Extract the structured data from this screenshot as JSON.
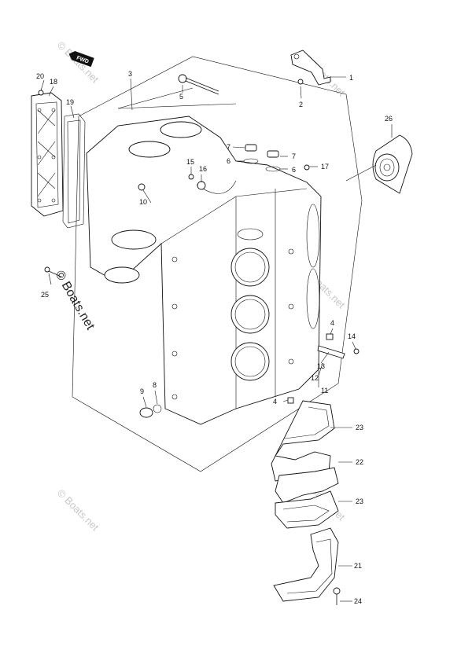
{
  "direction_badge": "FWD",
  "watermark": "© Boats.net",
  "callouts": [
    {
      "id": "c1",
      "text": "1"
    },
    {
      "id": "c2",
      "text": "2"
    },
    {
      "id": "c3",
      "text": "3"
    },
    {
      "id": "c4a",
      "text": "4"
    },
    {
      "id": "c4b",
      "text": "4"
    },
    {
      "id": "c5",
      "text": "5"
    },
    {
      "id": "c6a",
      "text": "6"
    },
    {
      "id": "c6b",
      "text": "6"
    },
    {
      "id": "c7a",
      "text": "7"
    },
    {
      "id": "c7b",
      "text": "7"
    },
    {
      "id": "c8",
      "text": "8"
    },
    {
      "id": "c9",
      "text": "9"
    },
    {
      "id": "c10",
      "text": "10"
    },
    {
      "id": "c11",
      "text": "11"
    },
    {
      "id": "c12",
      "text": "12"
    },
    {
      "id": "c13",
      "text": "13"
    },
    {
      "id": "c14",
      "text": "14"
    },
    {
      "id": "c15",
      "text": "15"
    },
    {
      "id": "c16",
      "text": "16"
    },
    {
      "id": "c17",
      "text": "17"
    },
    {
      "id": "c18",
      "text": "18"
    },
    {
      "id": "c19",
      "text": "19"
    },
    {
      "id": "c20",
      "text": "20"
    },
    {
      "id": "c21",
      "text": "21"
    },
    {
      "id": "c22",
      "text": "22"
    },
    {
      "id": "c23a",
      "text": "23"
    },
    {
      "id": "c23b",
      "text": "23"
    },
    {
      "id": "c24",
      "text": "24"
    },
    {
      "id": "c25",
      "text": "25"
    },
    {
      "id": "c26",
      "text": "26"
    }
  ]
}
